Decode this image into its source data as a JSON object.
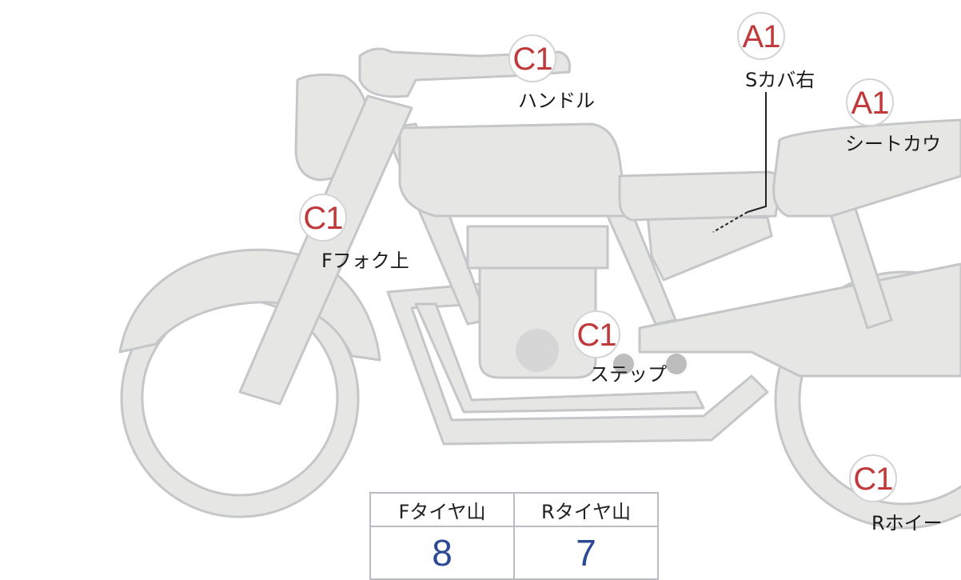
{
  "parts": [
    {
      "grade": "C1",
      "label": "ハンドル"
    },
    {
      "grade": "A1",
      "label": "Sカバ右"
    },
    {
      "grade": "A1",
      "label": "シートカウ"
    },
    {
      "grade": "C1",
      "label": "Fフォク上"
    },
    {
      "grade": "C1",
      "label": "ステップ"
    },
    {
      "grade": "C1",
      "label": "Rホイー"
    }
  ],
  "tire_table": {
    "headers": [
      "Fタイヤ山",
      "Rタイヤ山"
    ],
    "values": [
      "8",
      "7"
    ]
  },
  "colors": {
    "grade": "#c0393b",
    "value": "#2c4a94",
    "body": "#e6e7e5",
    "outline": "#c9cacc"
  }
}
